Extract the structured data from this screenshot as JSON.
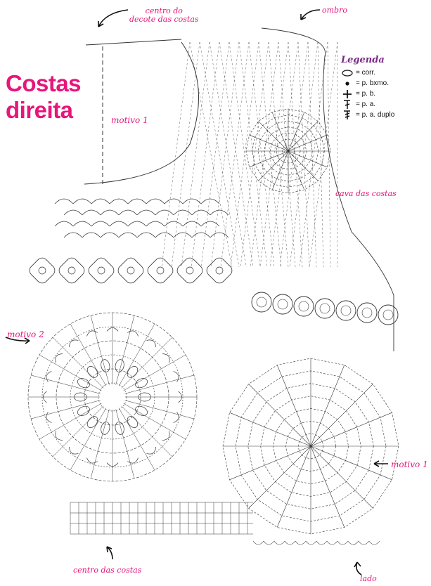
{
  "title_lines": [
    "Costas",
    "direita"
  ],
  "labels": {
    "centro_decote": [
      "centro do",
      "decote das costas"
    ],
    "ombro": "ombro",
    "motivo1_top": "motivo 1",
    "cava": "cava das costas",
    "motivo2": "motivo 2",
    "motivo1_right": "motivo 1",
    "centro_costas": "centro das costas",
    "lado": "lado"
  },
  "legend": {
    "title": "Legenda",
    "items": [
      {
        "symbol": "chain-oval-icon",
        "text": "= corr."
      },
      {
        "symbol": "dot-icon",
        "text": "= p. bxmo."
      },
      {
        "symbol": "plus-icon",
        "text": "= p. b."
      },
      {
        "symbol": "dc-icon",
        "text": "= p. a."
      },
      {
        "symbol": "tr-icon",
        "text": "= p. a. duplo"
      }
    ]
  },
  "colors": {
    "accent": "#e8157a",
    "legend_title": "#7a2a86",
    "ink": "#333333"
  }
}
